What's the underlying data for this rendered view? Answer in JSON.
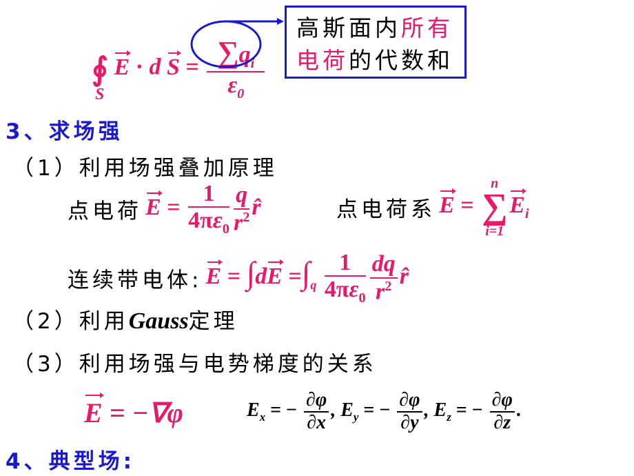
{
  "gauss_law": {
    "integral": "∮",
    "surface": "S",
    "E": "E",
    "dot": "·",
    "d": "d",
    "S": "S",
    "eq": "=",
    "sum": "∑",
    "q": "q",
    "i": "i",
    "eps": "ε",
    "zero": "0"
  },
  "callout": {
    "line1_black": "高斯面内",
    "line1_pink": "所有",
    "line2_pink": "电荷",
    "line2_black": "的代数和"
  },
  "section3": {
    "title": "3、求场强"
  },
  "item1": {
    "label": "（1）利用场强叠加原理"
  },
  "point_charge": {
    "label": "点电荷",
    "E": "E",
    "eq": "=",
    "one": "1",
    "four_pi": "4π",
    "eps": "ε",
    "zero": "0",
    "q": "q",
    "r": "r",
    "two": "2",
    "rhat": "r̂"
  },
  "point_system": {
    "label": "点电荷系",
    "E": "E",
    "eq": "=",
    "sum": "∑",
    "n": "n",
    "lower": "i=1",
    "Ei": "E",
    "i": "i"
  },
  "continuous": {
    "label": "连续带电体:",
    "E": "E",
    "eq": "=",
    "int": "∫",
    "dE": "d",
    "q": "q",
    "one": "1",
    "four_pi": "4π",
    "eps": "ε",
    "zero": "0",
    "dq": "dq",
    "r": "r",
    "two": "2",
    "rhat": "r̂"
  },
  "item2": {
    "prefix": "（2）利用",
    "gauss": "Gauss",
    "suffix": "定理"
  },
  "item3": {
    "label": "（3）利用场强与电势梯度的关系"
  },
  "gradient": {
    "E": "E",
    "rest": "= −∇φ"
  },
  "components": {
    "Ex": "E",
    "x": "x",
    "Ey": "E",
    "y": "y",
    "Ez": "E",
    "z": "z",
    "eq": "= −",
    "num": "∂φ",
    "dx": "∂x",
    "dy": "∂y",
    "dz": "∂z",
    "comma": ",",
    "period": "."
  },
  "section4": {
    "title": "4、典型场:"
  },
  "colors": {
    "pink": "#e8186a",
    "blue": "#1a1acc"
  }
}
